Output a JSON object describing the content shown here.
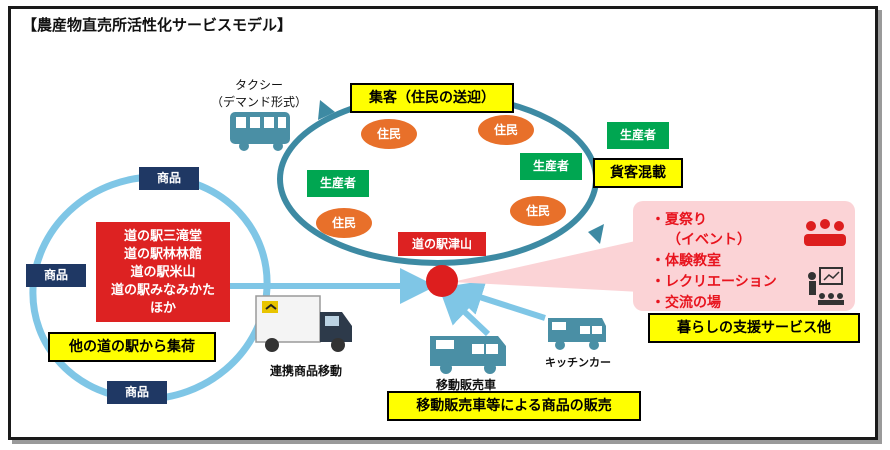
{
  "title": "【農産物直売所活性化サービスモデル】",
  "taxi": {
    "line1": "タクシー",
    "line2": "（デマンド形式）"
  },
  "shuukyaku": "集客（住民の送迎）",
  "resident": "住民",
  "producer": "生産者",
  "kakyaku": "貨客混載",
  "hub": "道の駅津山",
  "product": "商品",
  "stations": [
    "道の駅三滝堂",
    "道の駅林林館",
    "道の駅米山",
    "道の駅みなみかた",
    "ほか"
  ],
  "collect": "他の道の駅から集荷",
  "transfer": "連携商品移動",
  "mobile_sales_car": "移動販売車",
  "kitchen_car": "キッチンカー",
  "mobile_sales": "移動販売車等による商品の販売",
  "activities": [
    "・夏祭り",
    "（イベント）",
    "・体験教室",
    "・レクリエーション",
    "・交流の場"
  ],
  "support": "暮らしの支援サービス他",
  "colors": {
    "navy": "#1f3864",
    "green": "#00a651",
    "orange": "#e8702a",
    "red": "#dd2222",
    "yellow": "#ffff00",
    "teal": "#4a8fa5",
    "lightblue": "#7fc6e6",
    "pink": "#fbd3d6"
  }
}
